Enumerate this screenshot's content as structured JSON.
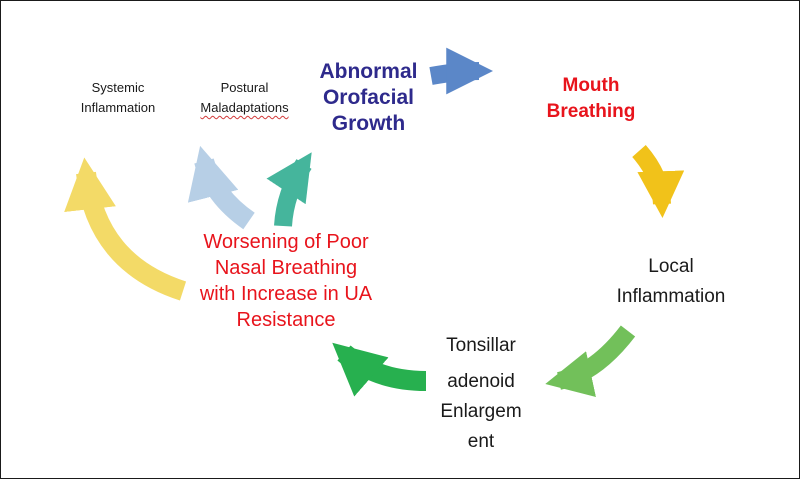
{
  "nodes": {
    "systemic": [
      "Systemic",
      "Inflammation"
    ],
    "postural": [
      "Postural",
      "Maladaptations"
    ],
    "abnormal": [
      "Abnormal",
      "Orofacial",
      "Growth"
    ],
    "mouth": [
      "Mouth",
      "Breathing"
    ],
    "local": [
      "Local",
      "Inflammation"
    ],
    "tonsillar": "Tonsillar",
    "adenoid": [
      "adenoid",
      "Enlargem",
      "ent"
    ],
    "worsening": [
      "Worsening of Poor",
      "Nasal Breathing",
      "with Increase in UA",
      "Resistance"
    ]
  },
  "colors": {
    "arrow_blue": "#5b87c8",
    "arrow_gold": "#f1c21a",
    "arrow_green_light": "#72c05a",
    "arrow_green": "#27b04f",
    "arrow_teal": "#45b59c",
    "arrow_light_blue": "#b7cfe6",
    "arrow_pale_yellow": "#f3da67",
    "text_blue": "#2e2a8c",
    "text_red": "#e8141c"
  }
}
